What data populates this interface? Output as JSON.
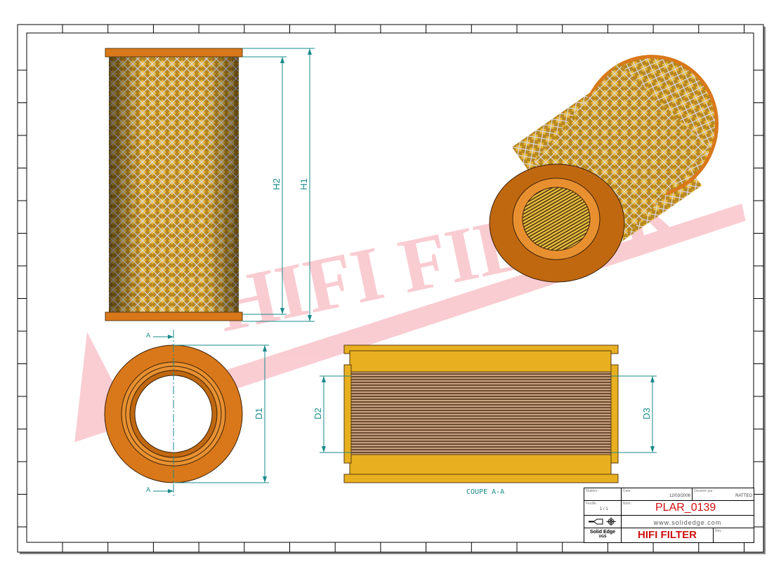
{
  "watermark": {
    "text": "HIFI FILTER",
    "registered": "®",
    "color": "#f0a0a8"
  },
  "dimensions": {
    "h1": "H1",
    "h2": "H2",
    "d1": "D1",
    "d2": "D2",
    "d3": "D3",
    "color": "#1a8a8a"
  },
  "section": {
    "marker": "A",
    "caption": "COUPE A-A"
  },
  "title_block": {
    "material_label": "Matière :",
    "date_label": "Date :",
    "date": "12/03/2008",
    "drawn_by_label": "Dessiné par :",
    "drawn_by": "RATTEO",
    "sheet_label": "Feuille :",
    "sheet": "1 / 1",
    "name_label": "Nom :",
    "part_number": "PLAR_0139",
    "website": "www.solidedge.com",
    "software": "Solid Edge",
    "software_sub": "UGS",
    "company": "HIFI FILTER",
    "rev_label": "Rév :",
    "accent": "#d01010"
  },
  "colors": {
    "orange": "#d9781a",
    "yellow": "#e8b020",
    "dark": "#5a3a10"
  }
}
